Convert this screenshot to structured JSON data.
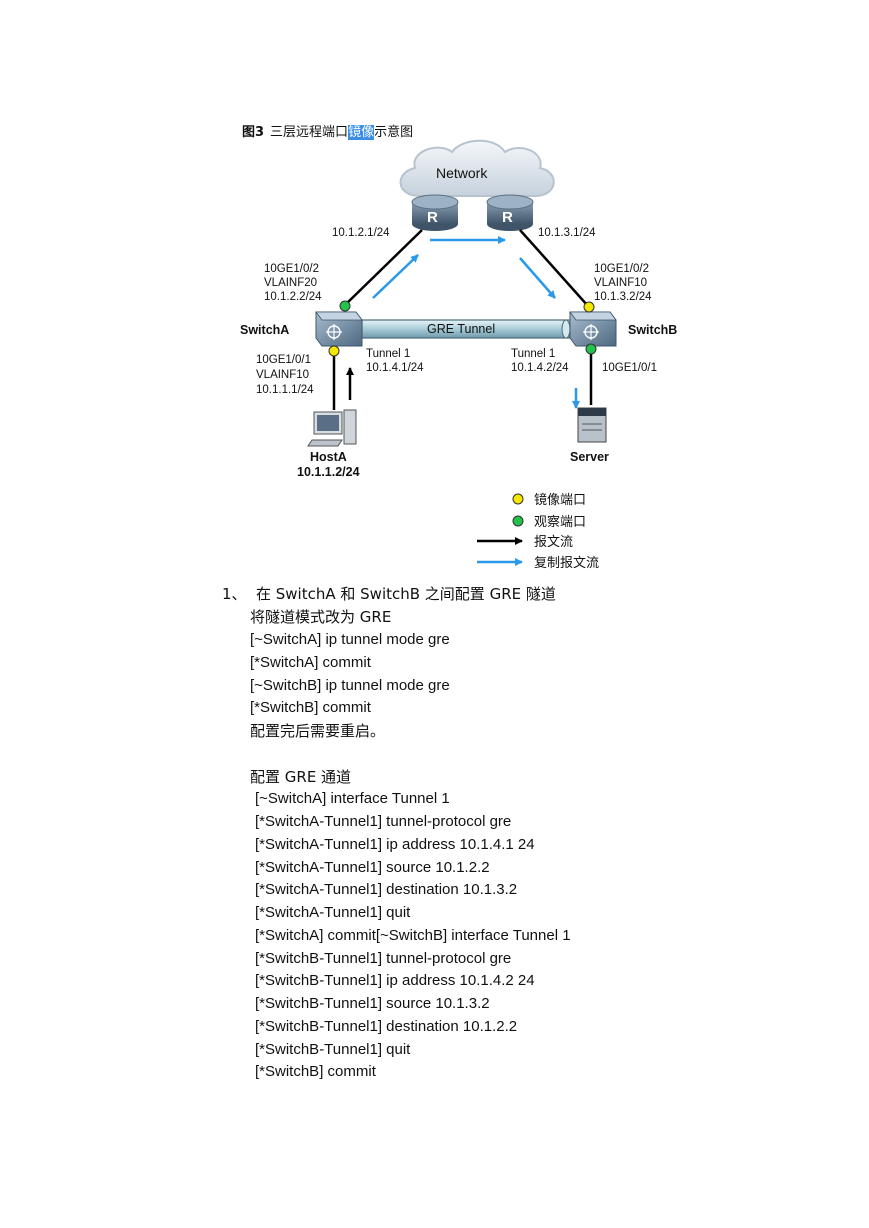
{
  "figure": {
    "num": "图3",
    "title_pre": "三层远程端口",
    "title_hl": "镜像",
    "title_post": "示意图"
  },
  "diagram": {
    "network_label": "Network",
    "router_glyph": "R",
    "left_router_ip": "10.1.2.1/24",
    "right_router_ip": "10.1.3.1/24",
    "switchA": {
      "name": "SwitchA",
      "up_port": [
        "10GE1/0/2",
        "VLAINF20",
        "10.1.2.2/24"
      ],
      "down_port": [
        "10GE1/0/1",
        "VLAINF10",
        "10.1.1.1/24"
      ],
      "tunnel": [
        "Tunnel 1",
        "10.1.4.1/24"
      ]
    },
    "switchB": {
      "name": "SwitchB",
      "up_port": [
        "10GE1/0/2",
        "VLAINF10",
        "10.1.3.2/24"
      ],
      "down_port": "10GE1/0/1",
      "tunnel": [
        "Tunnel 1",
        "10.1.4.2/24"
      ]
    },
    "gre_tunnel_label": "GRE Tunnel",
    "hostA": {
      "name": "HostA",
      "ip": "10.1.1.2/24"
    },
    "server": {
      "name": "Server"
    },
    "legend": {
      "mirror_port": "镜像端口",
      "observe_port": "观察端口",
      "packet_flow": "报文流",
      "copied_flow": "复制报文流"
    },
    "colors": {
      "mirror": "#f5e800",
      "observe": "#22c34a",
      "copy_arrow": "#2a9ae8",
      "flow_arrow": "#000000"
    }
  },
  "doc": {
    "step_number": "1、",
    "step_title": "在 SwitchA 和 SwitchB 之间配置 GRE 隧道",
    "lines1": [
      "将隧道模式改为 GRE",
      "[~SwitchA] ip tunnel mode gre",
      "[*SwitchA] commit",
      "[~SwitchB] ip tunnel mode gre",
      "[*SwitchB] commit",
      "配置完后需要重启。"
    ],
    "section2_title": "配置 GRE 通道",
    "lines2": [
      "[~SwitchA] interface Tunnel 1",
      "[*SwitchA-Tunnel1] tunnel-protocol gre",
      "[*SwitchA-Tunnel1] ip address 10.1.4.1 24",
      "[*SwitchA-Tunnel1] source 10.1.2.2",
      "[*SwitchA-Tunnel1] destination 10.1.3.2",
      "[*SwitchA-Tunnel1] quit",
      "[*SwitchA] commit[~SwitchB] interface Tunnel 1",
      "[*SwitchB-Tunnel1] tunnel-protocol gre",
      "[*SwitchB-Tunnel1] ip address 10.1.4.2 24",
      "[*SwitchB-Tunnel1] source 10.1.3.2",
      "[*SwitchB-Tunnel1] destination 10.1.2.2",
      "[*SwitchB-Tunnel1] quit",
      "[*SwitchB] commit"
    ]
  }
}
